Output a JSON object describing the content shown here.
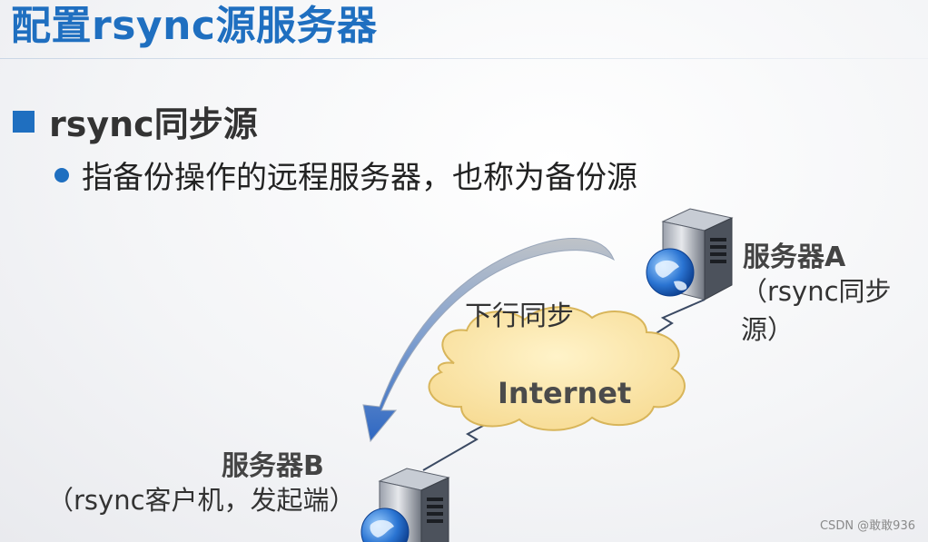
{
  "slide": {
    "title": "配置rsync源服务器",
    "bullet_level1": "rsync同步源",
    "bullet_level2": "指备份操作的远程服务器，也称为备份源"
  },
  "diagram": {
    "server_a_name": "服务器A",
    "server_a_role": "（rsync同步源）",
    "server_b_name": "服务器B",
    "server_b_role": "（rsync客户机，发起端）",
    "sync_arrow_label": "下行同步",
    "cloud_label": "Internet"
  },
  "watermark": "CSDN @敢敢936",
  "colors": {
    "title": "#1f6fc0",
    "bullet": "#1f6fc0",
    "cloud_fill": "#fbe3a6",
    "cloud_stroke": "#d8b55a",
    "arrow": "#2e67c2"
  }
}
